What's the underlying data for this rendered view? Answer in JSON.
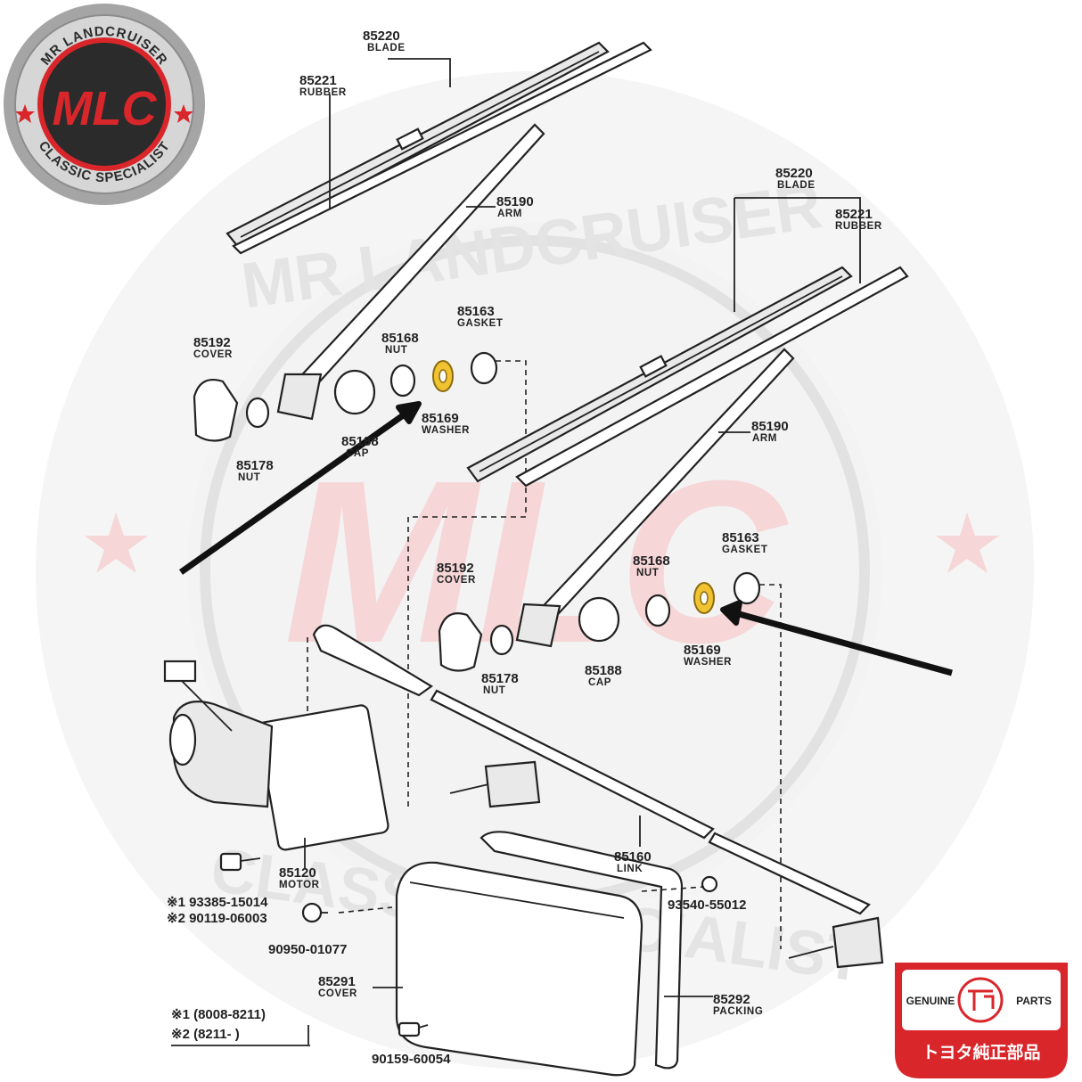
{
  "brand": {
    "badge_top": "MR LANDCRUISER",
    "badge_bottom": "CLASSIC SPECIALIST",
    "badge_mark": "MLC",
    "colors": {
      "red": "#d8262b",
      "dark": "#2b2b2b",
      "silver": "#9a9a9a"
    }
  },
  "watermark": {
    "top": "MR LANDCRUISER",
    "bottom": "CLASSIC SPECIALIST",
    "mark": "MLC"
  },
  "genuine": {
    "left": "GENUINE",
    "right": "PARTS",
    "bottom": "トヨタ純正部品"
  },
  "parts": {
    "blade_a": {
      "num": "85220",
      "name": "BLADE"
    },
    "rubber_a": {
      "num": "85221",
      "name": "RUBBER"
    },
    "arm_a": {
      "num": "85190",
      "name": "ARM"
    },
    "gasket_a": {
      "num": "85163",
      "name": "GASKET"
    },
    "nut168_a": {
      "num": "85168",
      "name": "NUT"
    },
    "cover192_a": {
      "num": "85192",
      "name": "COVER"
    },
    "washer_a": {
      "num": "85169",
      "name": "WASHER"
    },
    "cap_a": {
      "num": "85188",
      "name": "CAP"
    },
    "nut178_a": {
      "num": "85178",
      "name": "NUT"
    },
    "blade_b": {
      "num": "85220",
      "name": "BLADE"
    },
    "rubber_b": {
      "num": "85221",
      "name": "RUBBER"
    },
    "arm_b": {
      "num": "85190",
      "name": "ARM"
    },
    "gasket_b": {
      "num": "85163",
      "name": "GASKET"
    },
    "nut168_b": {
      "num": "85168",
      "name": "NUT"
    },
    "cover192_b": {
      "num": "85192",
      "name": "COVER"
    },
    "washer_b": {
      "num": "85169",
      "name": "WASHER"
    },
    "cap_b": {
      "num": "85188",
      "name": "CAP"
    },
    "nut178_b": {
      "num": "85178",
      "name": "NUT"
    },
    "link": {
      "num": "85160",
      "name": "LINK"
    },
    "motor": {
      "num": "85120",
      "name": "MOTOR"
    },
    "cover291": {
      "num": "85291",
      "name": "COVER"
    },
    "packing": {
      "num": "85292",
      "name": "PACKING"
    }
  },
  "fasteners": {
    "bolt1": "※1 93385-15014",
    "bolt2": "※2 90119-06003",
    "clip": "90950-01077",
    "screw_right": "93540-55012",
    "screw_bottom": "90159-60054"
  },
  "legend": {
    "row1": "※1 (8008-8211)",
    "row2": "※2 (8211-        )"
  }
}
